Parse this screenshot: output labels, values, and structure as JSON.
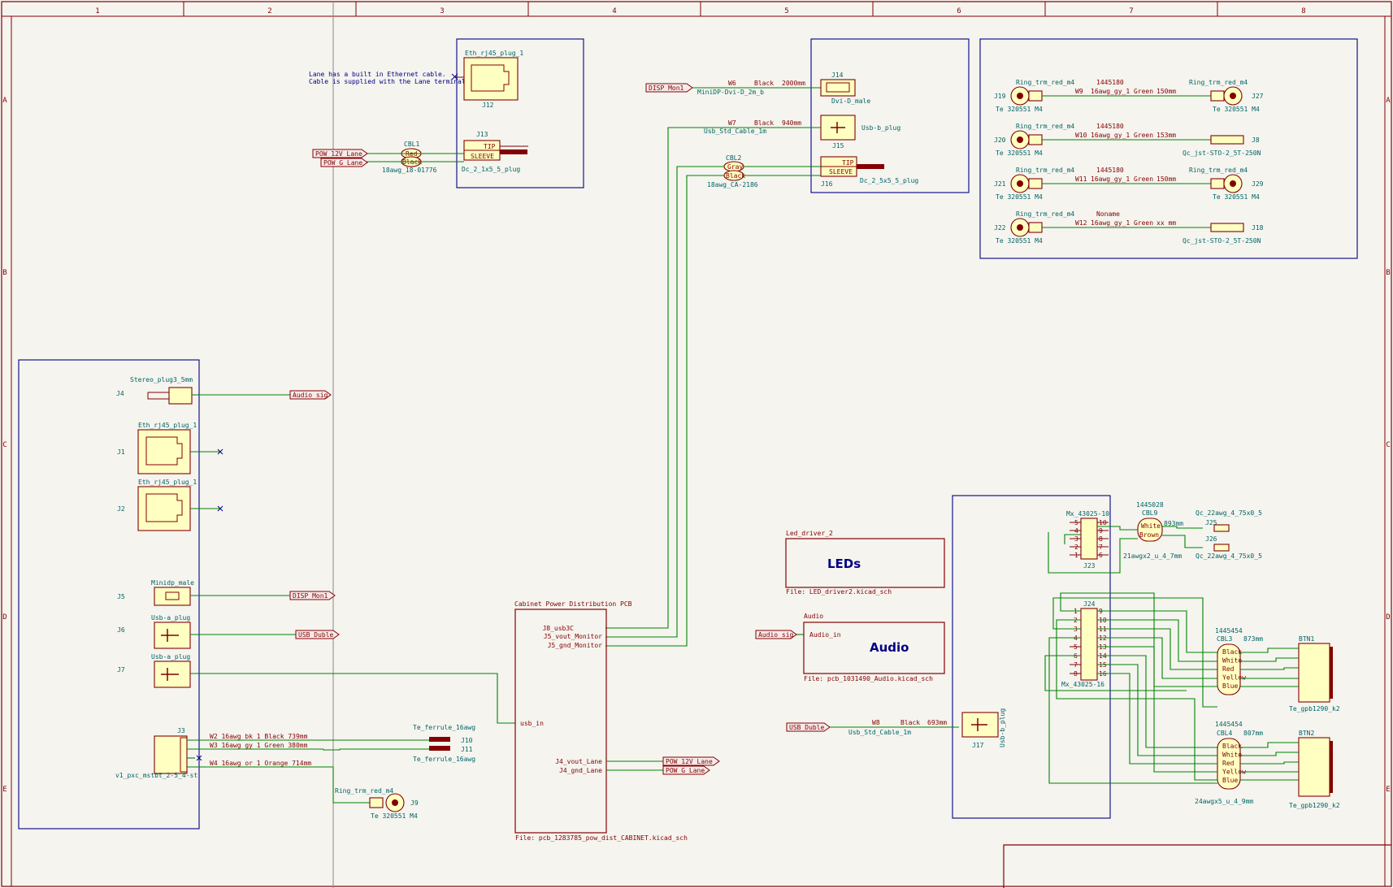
{
  "frame": {
    "columns": [
      "1",
      "2",
      "3",
      "4",
      "5",
      "6",
      "7",
      "8"
    ],
    "rows": [
      "A",
      "B",
      "C",
      "D",
      "E"
    ]
  },
  "note": {
    "line1": "Lane has a built in Ethernet cable.",
    "line2": "Cable is supplied with the Lane terminal."
  },
  "top_left": {
    "j12_value": "Eth_rj45_plug_1",
    "j12_ref": "J12",
    "j13_ref": "J13",
    "j13_tip": "TIP",
    "j13_sleeve": "SLEEVE",
    "j13_value": "Dc_2_1x5_5_plug",
    "cbl1_ref": "CBL1",
    "cbl1_red": "Red",
    "cbl1_black": "Black",
    "cbl1_value": "18awg_18-01776",
    "pow12": "POW_12V_Lane",
    "powg": "POW_G_Lane"
  },
  "top_mid": {
    "disp": "DISP_Mon1",
    "w6": "W6",
    "w6_color": "Black",
    "w6_len": "2000mm",
    "w6_val": "MiniDP-Dvi-D_2m_b",
    "j14_ref": "J14",
    "j14_val": "Dvi-D_male",
    "w7": "W7",
    "w7_color": "Black",
    "w7_len": "940mm",
    "w7_val": "Usb_Std_Cable_1m",
    "j15_ref": "J15",
    "j15_val": "Usb-b_plug",
    "cbl2_ref": "CBL2",
    "cbl2_gray": "Gray",
    "cbl2_black": "Black",
    "cbl2_val": "18awg_CA-2186",
    "j16_ref": "J16",
    "j16_tip": "TIP",
    "j16_sleeve": "SLEEVE",
    "j16_val": "Dc_2_5x5_5_plug"
  },
  "top_right": {
    "rows": [
      {
        "lref": "J19",
        "lval": "Ring_trm_red_m4",
        "lsub": "Te  320551 M4",
        "wire": "W9",
        "partno": "1445180",
        "wval": "16awg_gy_1 Green",
        "len": "150mm",
        "rref": "J27",
        "rval": "Ring_trm_red_m4",
        "rsub": "Te  320551 M4"
      },
      {
        "lref": "J20",
        "lval": "Ring_trm_red_m4",
        "lsub": "Te  320551 M4",
        "wire": "W10",
        "partno": "1445180",
        "wval": "16awg_gy_1 Green",
        "len": "153mm",
        "rref": "J8",
        "rval": "",
        "rsub": "Qc_jst-STO-2_5T-250N"
      },
      {
        "lref": "J21",
        "lval": "Ring_trm_red_m4",
        "lsub": "Te  320551 M4",
        "wire": "W11",
        "partno": "1445180",
        "wval": "16awg_gy_1 Green",
        "len": "150mm",
        "rref": "J29",
        "rval": "Ring_trm_red_m4",
        "rsub": "Te  320551 M4"
      },
      {
        "lref": "J22",
        "lval": "Ring_trm_red_m4",
        "lsub": "Te  320551 M4",
        "wire": "W12",
        "partno": "Noname",
        "wval": "16awg_gy_1 Green",
        "len": "xx mm",
        "rref": "J18",
        "rval": "",
        "rsub": "Qc_jst-STO-2_5T-250N"
      }
    ]
  },
  "left_block": {
    "j4_ref": "J4",
    "j4_val": "Stereo_plug3_5mm",
    "audio": "Audio_sig",
    "j1_ref": "J1",
    "j1_val": "Eth_rj45_plug_1",
    "j2_ref": "J2",
    "j2_val": "Eth_rj45_plug_1",
    "j5_ref": "J5",
    "j5_val": "Minidp_male",
    "disp": "DISP_Mon1",
    "j6_ref": "J6",
    "j6_val": "Usb-a_plug",
    "usb": "USB_Duble",
    "j7_ref": "J7",
    "j7_val": "Usb-a_plug",
    "j3_ref": "J3",
    "j3_val": "v1_pxc_mstbt_2-5_4-st",
    "w2": "W2  16awg_bk_1 Black   739mm",
    "w3": "W3  16awg_gy_1 Green   380mm",
    "w4": "W4  16awg_or_1 Orange 714mm",
    "ferrule_val": "Te_ferrule_16awg",
    "j10": "J10",
    "j11": "J11",
    "j9_val": "Ring_trm_red_m4",
    "j9_ref": "J9",
    "j9_sub": "Te  320551 M4"
  },
  "pcb": {
    "title": "Cabinet Power Distribution PCB",
    "p1": "J8_usb3C",
    "p2": "J5_vout_Monitor",
    "p3": "J5_gnd_Monitor",
    "p4": "usb_in",
    "p5": "J4_vout_Lane",
    "p6": "J4_gnd_Lane",
    "file": "File: pcb_1283785_pow_dist_CABINET.kicad_sch",
    "pow12": "POW_12V_Lane",
    "powg": "POW_G_Lane"
  },
  "sheets": {
    "led_name": "Led_driver_2",
    "led_title": "LEDs",
    "led_file": "File: LED_driver2.kicad_sch",
    "audio_name": "Audio",
    "audio_title": "Audio",
    "audio_file": "File: pcb_1031490_Audio.kicad_sch",
    "audio_sig": "Audio_sig",
    "audio_in": "Audio_in"
  },
  "usb_dual": {
    "label": "USB_Duble",
    "w8": "W8",
    "w8_color": "Black",
    "w8_len": "693mm",
    "w8_val": "Usb_Std_Cable_1m",
    "j17_ref": "J17",
    "j17_val": "Usb-b_plug"
  },
  "right_bottom": {
    "j23_val": "Mx_43025-10",
    "j23_ref": "J23",
    "cbl9_part": "1445028",
    "cbl9_ref": "CBL9",
    "cbl9_white": "White",
    "cbl9_brown": "Brown",
    "cbl9_len": "893mm",
    "cbl9_val": "21awgx2_u_4_7mm",
    "j25_val": "Qc_22awg_4_75x0_5",
    "j25_ref": "J25",
    "j26_ref": "J26",
    "j26_val": "Qc_22awg_4_75x0_5",
    "j24_ref": "J24",
    "j24_val": "Mx_43025-16",
    "cbl3_part": "1445454",
    "cbl3_ref": "CBL3",
    "cbl3_len": "873mm",
    "cbl4_part": "1445454",
    "cbl4_ref": "CBL4",
    "cbl4_len": "807mm",
    "cbl4_val": "24awgx5_u_4_9mm",
    "colors": [
      "Black",
      "White",
      "Red",
      "Yellow",
      "Blue"
    ],
    "btn1_ref": "BTN1",
    "btn1_val": "Te_gpb1290_k2",
    "btn2_ref": "BTN2",
    "btn2_val": "Te_gpb1290_k2",
    "pins_left": [
      "1",
      "2",
      "3",
      "4",
      "5",
      "6",
      "7",
      "8"
    ],
    "pins_right": [
      "9",
      "10",
      "11",
      "12",
      "13",
      "14",
      "15",
      "16"
    ],
    "j23_left": [
      "5",
      "4",
      "3",
      "2",
      "1"
    ],
    "j23_right": [
      "10",
      "9",
      "8",
      "7",
      "6"
    ]
  }
}
